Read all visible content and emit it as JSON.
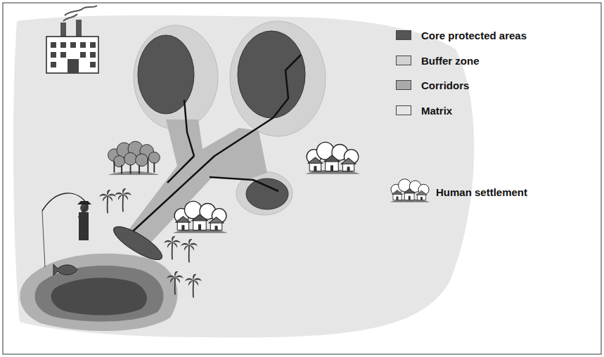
{
  "diagram": {
    "legend": [
      {
        "text": "Core protected areas",
        "color": "#555555"
      },
      {
        "text": "Buffer zone",
        "color": "#d2d2d2"
      },
      {
        "text": "Corridors",
        "color": "#aaaaaa"
      },
      {
        "text": "Matrix",
        "color": "#e6e6e6"
      },
      {
        "text": "Human settlement"
      }
    ]
  }
}
